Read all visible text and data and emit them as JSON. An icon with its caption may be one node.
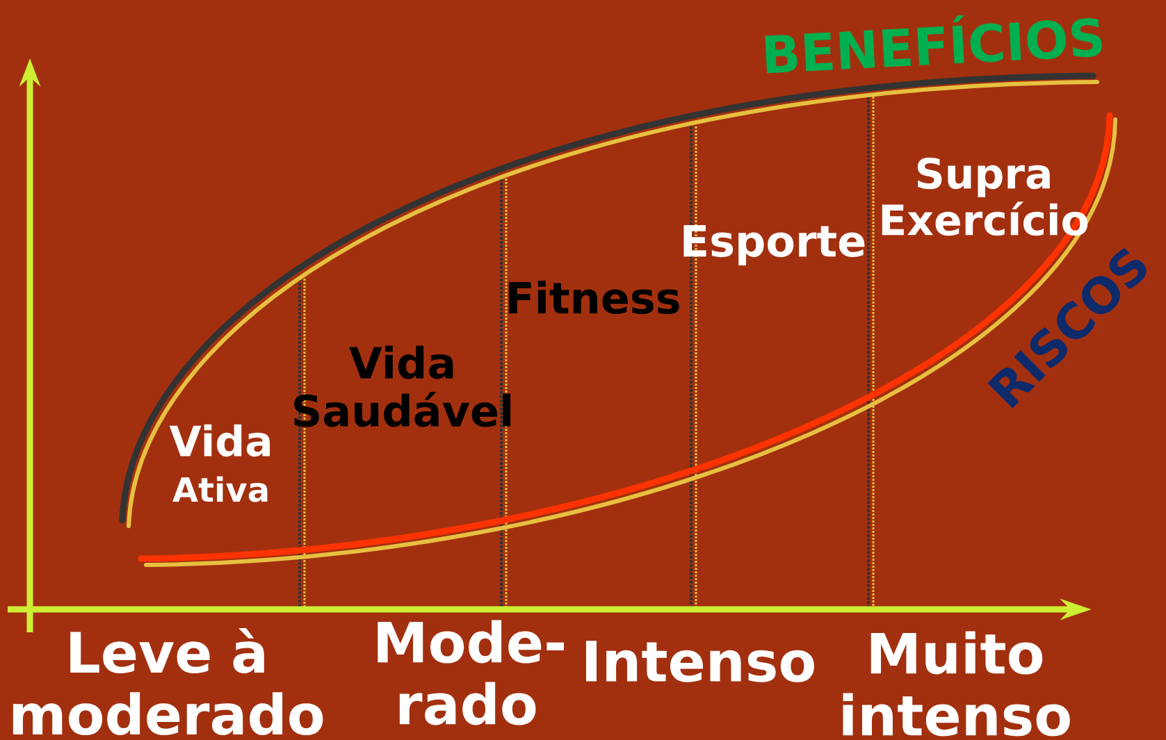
{
  "diagram": {
    "labels": [
      "BENEFÍCIOS",
      "Supra Exercício",
      "Esporte",
      "RISCOS",
      "Fitness",
      "Vida Saudável",
      "Vida",
      "Ativa",
      "Leve à moderado",
      "Mode- rado",
      "Intenso",
      "Muito intenso"
    ]
  }
}
